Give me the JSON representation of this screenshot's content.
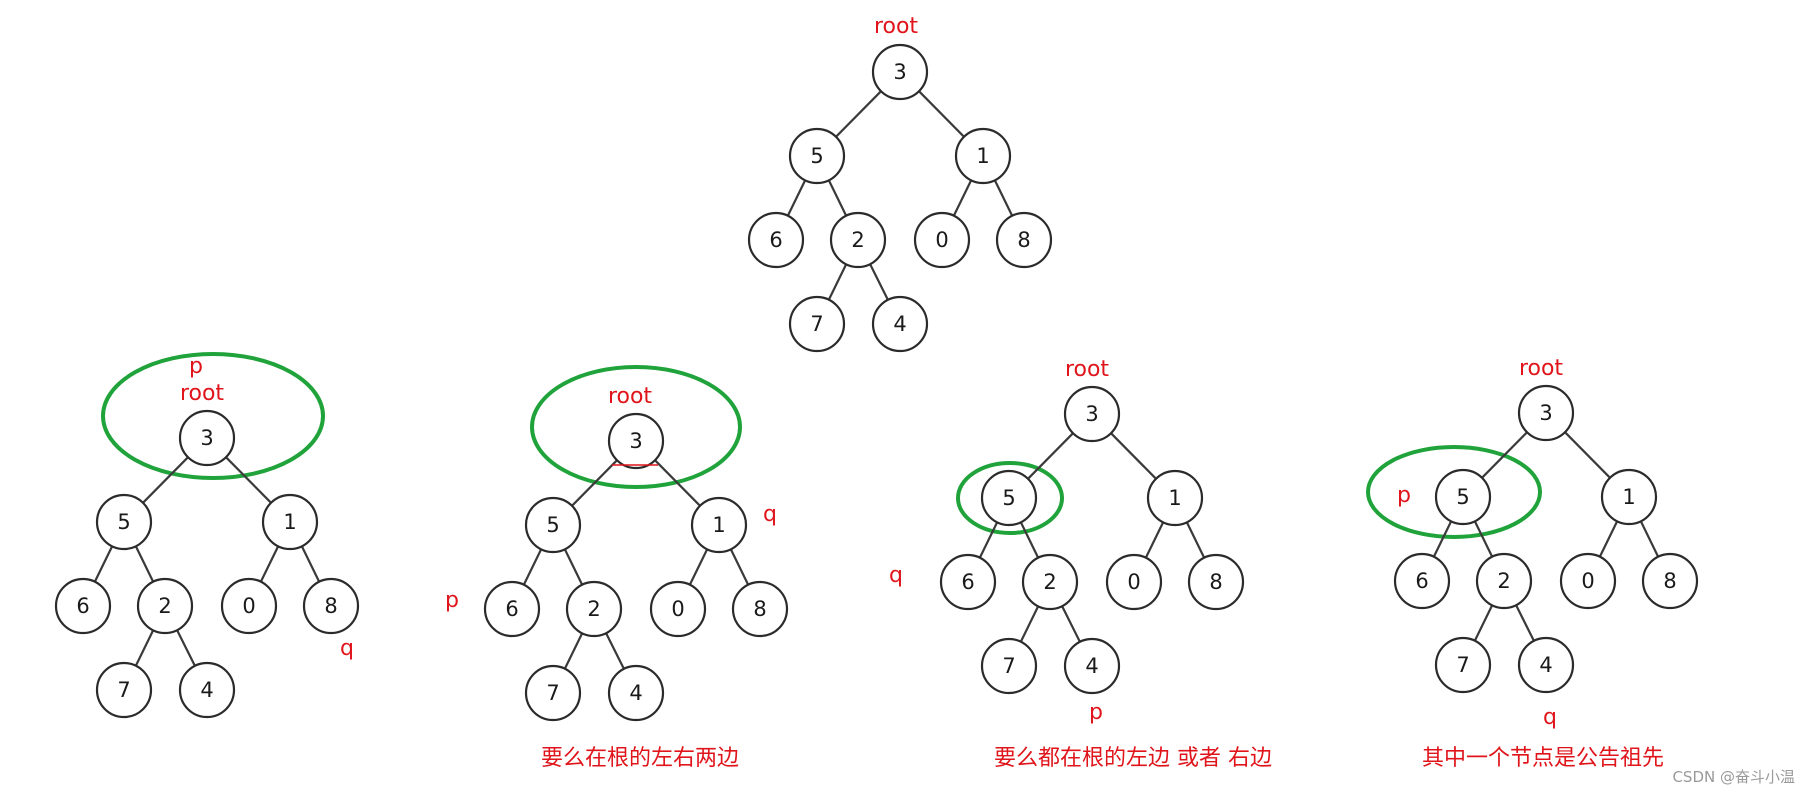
{
  "tree": {
    "nodes": [
      "3",
      "5",
      "1",
      "6",
      "2",
      "0",
      "8",
      "7",
      "4"
    ],
    "edges": [
      [
        0,
        1
      ],
      [
        0,
        2
      ],
      [
        1,
        3
      ],
      [
        1,
        4
      ],
      [
        2,
        5
      ],
      [
        2,
        6
      ],
      [
        4,
        7
      ],
      [
        4,
        8
      ]
    ]
  },
  "panels": [
    {
      "id": "top",
      "labels": [
        "root"
      ],
      "caption": ""
    },
    {
      "id": "case-root-is-p",
      "labels": [
        "p",
        "root",
        "q"
      ],
      "caption": ""
    },
    {
      "id": "case-both-sides",
      "labels": [
        "root",
        "q",
        "p"
      ],
      "caption": "要么在根的左右两边"
    },
    {
      "id": "case-same-side",
      "labels": [
        "root",
        "p",
        "q"
      ],
      "caption": "要么都在根的左边 或者 右边"
    },
    {
      "id": "case-node-is-ancestor",
      "labels": [
        "root",
        "p",
        "q"
      ],
      "caption": "其中一个节点是公告祖先"
    }
  ],
  "watermark": "CSDN @奋斗小温",
  "colors": {
    "label": "#e0151b",
    "highlight": "#1fa33a",
    "node_stroke": "#2b2b2b"
  }
}
